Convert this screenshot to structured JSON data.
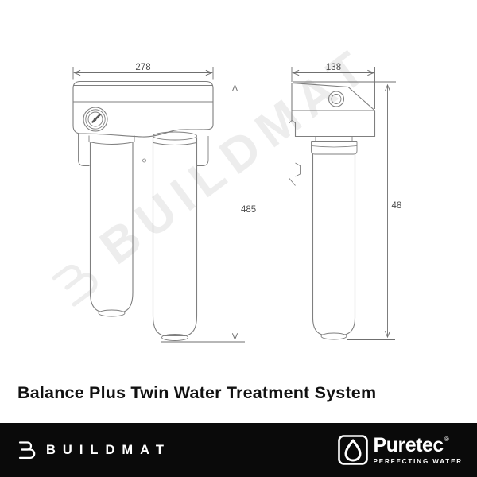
{
  "watermark": {
    "text": "BUILDMAT"
  },
  "title": "Balance Plus Twin Water Treatment System",
  "drawing": {
    "front_view": {
      "width_label": "278",
      "height_label": "485"
    },
    "side_view": {
      "width_label": "138",
      "height_label": "48"
    }
  },
  "footer": {
    "buildmat_name": "BUILDMAT",
    "puretec_name": "Puretec",
    "puretec_registered": "®",
    "puretec_tagline": "PERFECTING WATER"
  },
  "colors": {
    "background": "#ffffff",
    "product_line": "#7f7f7f",
    "dimension_line": "#6f6f6f",
    "label_text": "#4f4f4f",
    "title_text": "#111111",
    "watermark": "#ededed",
    "footer_bg": "#0a0a0a",
    "footer_text": "#ffffff"
  }
}
